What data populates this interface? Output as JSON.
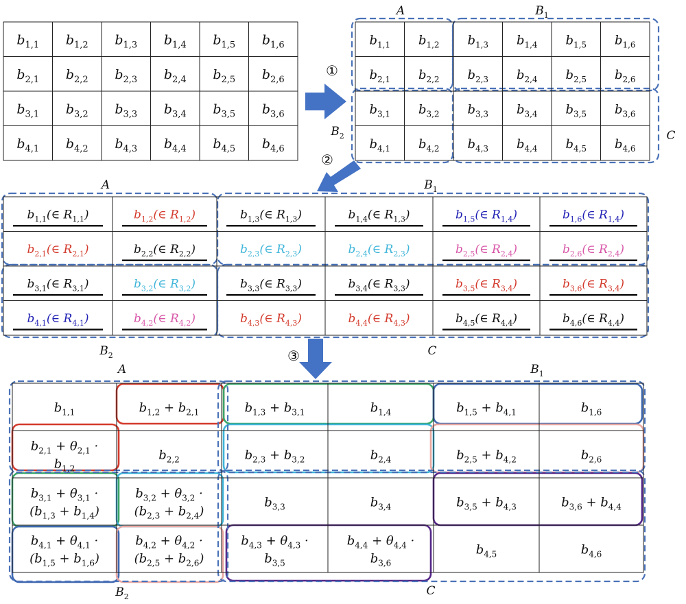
{
  "colors": {
    "dash_box": "#4a72b8",
    "arrow": "#4472c4",
    "red": "#d33a2c",
    "blue": "#1f1fb4",
    "cyan": "#3fb5d9",
    "pink": "#d857a8",
    "black": "#111111",
    "green": "#3aa56a",
    "rose": "#e8a7a2",
    "purple": "#552788",
    "box_blue": "#3f68b0"
  },
  "steps": {
    "s1": "①",
    "s2": "②",
    "s3": "③"
  },
  "labels": {
    "A": "A",
    "B1": "B1",
    "B2": "B2",
    "C": "C"
  },
  "stage1": {
    "rows": [
      [
        "b1,1",
        "b1,2",
        "b1,3",
        "b1,4",
        "b1,5",
        "b1,6"
      ],
      [
        "b2,1",
        "b2,2",
        "b2,3",
        "b2,4",
        "b2,5",
        "b2,6"
      ],
      [
        "b3,1",
        "b3,2",
        "b3,3",
        "b3,4",
        "b3,5",
        "b3,6"
      ],
      [
        "b4,1",
        "b4,2",
        "b4,3",
        "b4,4",
        "b4,5",
        "b4,6"
      ]
    ]
  },
  "stage2": {
    "rows": [
      [
        "b1,1",
        "b1,2",
        "b1,3",
        "b1,4",
        "b1,5",
        "b1,6"
      ],
      [
        "b2,1",
        "b2,2",
        "b2,3",
        "b2,4",
        "b2,5",
        "b2,6"
      ],
      [
        "b3,1",
        "b3,2",
        "b3,3",
        "b3,4",
        "b3,5",
        "b3,6"
      ],
      [
        "b4,1",
        "b4,2",
        "b4,3",
        "b4,4",
        "b4,5",
        "b4,6"
      ]
    ]
  },
  "stage3": {
    "rows": [
      [
        {
          "t": "b1,1(∈ R1,1)",
          "c": "black",
          "u": true
        },
        {
          "t": "b1,2(∈ R1,2)",
          "c": "red",
          "u": true
        },
        {
          "t": "b1,3(∈ R1,3)",
          "c": "black",
          "u": true
        },
        {
          "t": "b1,4(∈ R1,3)",
          "c": "black",
          "u": true
        },
        {
          "t": "b1,5(∈ R1,4)",
          "c": "blue",
          "u": true
        },
        {
          "t": "b1,6(∈ R1,4)",
          "c": "blue",
          "u": true
        }
      ],
      [
        {
          "t": "b2,1(∈ R2,1)",
          "c": "red",
          "u": false
        },
        {
          "t": "b2,2(∈ R2,2)",
          "c": "black",
          "u": true
        },
        {
          "t": "b2,3(∈ R2,3)",
          "c": "cyan",
          "u": false
        },
        {
          "t": "b2,4(∈ R2,3)",
          "c": "cyan",
          "u": false
        },
        {
          "t": "b2,5(∈ R2,4)",
          "c": "pink",
          "u": true
        },
        {
          "t": "b2,6(∈ R2,4)",
          "c": "pink",
          "u": true
        }
      ],
      [
        {
          "t": "b3,1(∈ R3,1)",
          "c": "black",
          "u": true
        },
        {
          "t": "b3,2(∈ R3,2)",
          "c": "cyan",
          "u": true
        },
        {
          "t": "b3,3(∈ R3,3)",
          "c": "black",
          "u": true
        },
        {
          "t": "b3,4(∈ R3,3)",
          "c": "black",
          "u": true
        },
        {
          "t": "b3,5(∈ R3,4)",
          "c": "red",
          "u": true
        },
        {
          "t": "b3,6(∈ R3,4)",
          "c": "red",
          "u": true
        }
      ],
      [
        {
          "t": "b4,1(∈ R4,1)",
          "c": "blue",
          "u": true
        },
        {
          "t": "b4,2(∈ R4,2)",
          "c": "pink",
          "u": true
        },
        {
          "t": "b4,3(∈ R4,3)",
          "c": "red",
          "u": false
        },
        {
          "t": "b4,4(∈ R4,3)",
          "c": "red",
          "u": false
        },
        {
          "t": "b4,5(∈ R4,4)",
          "c": "black",
          "u": true
        },
        {
          "t": "b4,6(∈ R4,4)",
          "c": "black",
          "u": true
        }
      ]
    ]
  },
  "stage4": {
    "rows": [
      [
        [
          "b1,1"
        ],
        [
          "b1,2 + b2,1"
        ],
        [
          "b1,3 + b3,1"
        ],
        [
          "b1,4"
        ],
        [
          "b1,5 + b4,1"
        ],
        [
          "b1,6"
        ]
      ],
      [
        [
          "b2,1 + θ2,1 ·",
          "b1,2"
        ],
        [
          "b2,2"
        ],
        [
          "b2,3 + b3,2"
        ],
        [
          "b2,4"
        ],
        [
          "b2,5 + b4,2"
        ],
        [
          "b2,6"
        ]
      ],
      [
        [
          "b3,1 + θ3,1 ·",
          "(b1,3 + b1,4)"
        ],
        [
          "b3,2 + θ3,2 ·",
          "(b2,3 + b2,4)"
        ],
        [
          "b3,3"
        ],
        [
          "b3,4"
        ],
        [
          "b3,5 + b4,3"
        ],
        [
          "b3,6 + b4,4"
        ]
      ],
      [
        [
          "b4,1 + θ4,1 ·",
          "(b1,5 + b1,6)"
        ],
        [
          "b4,2 + θ4,2 ·",
          "(b2,5 + b2,6)"
        ],
        [
          "b4,3 + θ4,3 ·",
          "b3,5"
        ],
        [
          "b4,4 + θ4,4 ·",
          "b3,6"
        ],
        [
          "b4,5"
        ],
        [
          "b4,6"
        ]
      ]
    ]
  }
}
